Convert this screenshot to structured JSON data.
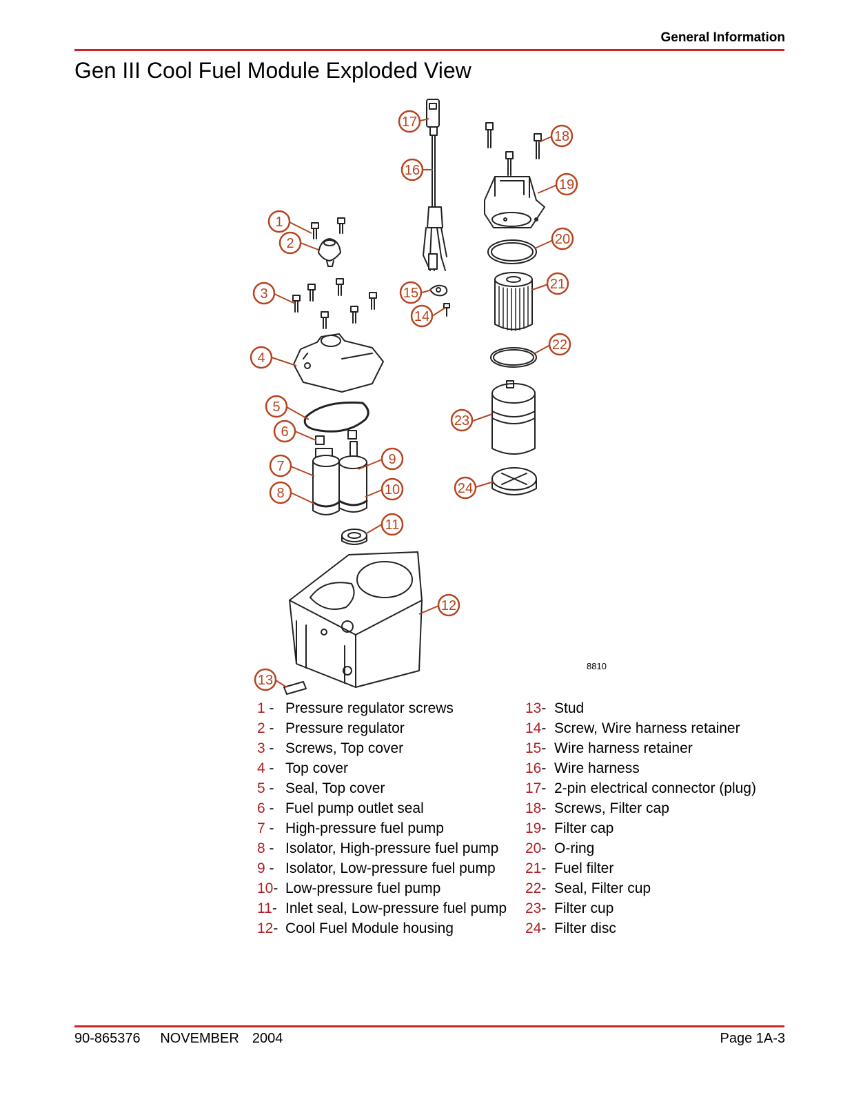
{
  "header": {
    "section": "General Information"
  },
  "page_title": "Gen III Cool Fuel Module Exploded View",
  "figure_number": "8810",
  "callouts": [
    "1",
    "2",
    "3",
    "4",
    "5",
    "6",
    "7",
    "8",
    "9",
    "10",
    "11",
    "12",
    "13",
    "14",
    "15",
    "16",
    "17",
    "18",
    "19",
    "20",
    "21",
    "22",
    "23",
    "24"
  ],
  "legend": {
    "left": [
      {
        "num": "1",
        "text": "Pressure regulator screws"
      },
      {
        "num": "2",
        "text": "Pressure regulator"
      },
      {
        "num": "3",
        "text": "Screws, Top cover"
      },
      {
        "num": "4",
        "text": "Top cover"
      },
      {
        "num": "5",
        "text": "Seal, Top cover"
      },
      {
        "num": "6",
        "text": "Fuel pump outlet seal"
      },
      {
        "num": "7",
        "text": "High-pressure fuel pump"
      },
      {
        "num": "8",
        "text": "Isolator, High-pressure fuel pump"
      },
      {
        "num": "9",
        "text": "Isolator, Low-pressure fuel pump"
      },
      {
        "num": "10",
        "text": "Low-pressure fuel pump"
      },
      {
        "num": "11",
        "text": "Inlet seal, Low-pressure fuel pump"
      },
      {
        "num": "12",
        "text": "Cool Fuel Module housing"
      }
    ],
    "right": [
      {
        "num": "13",
        "text": "Stud"
      },
      {
        "num": "14",
        "text": "Screw, Wire harness retainer"
      },
      {
        "num": "15",
        "text": "Wire harness retainer"
      },
      {
        "num": "16",
        "text": "Wire harness"
      },
      {
        "num": "17",
        "text": "2-pin electrical connector (plug)"
      },
      {
        "num": "18",
        "text": "Screws, Filter cap"
      },
      {
        "num": "19",
        "text": "Filter cap"
      },
      {
        "num": "20",
        "text": "O-ring"
      },
      {
        "num": "21",
        "text": "Fuel filter"
      },
      {
        "num": "22",
        "text": "Seal, Filter cup"
      },
      {
        "num": "23",
        "text": "Filter cup"
      },
      {
        "num": "24",
        "text": "Filter disc"
      }
    ],
    "dash": "-"
  },
  "footer": {
    "doc_number": "90-865376   NOVEMBER  2004",
    "page": "Page 1A-3"
  },
  "colors": {
    "rule": "#d31f26",
    "callout": "#b54420",
    "legend_number": "#b21f24"
  }
}
